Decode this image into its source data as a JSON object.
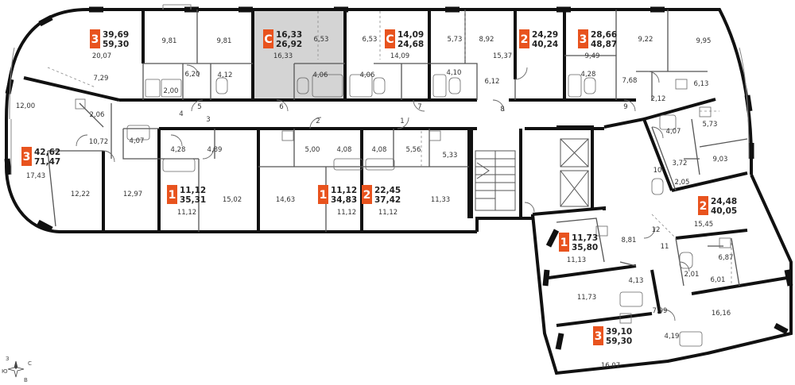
{
  "colors": {
    "badge": "#e8531e",
    "wall": "#111111",
    "selected": "#d4d4d4",
    "thin": "#555555"
  },
  "compass": {
    "north": "З",
    "east": "С",
    "south": "В",
    "west": "Ю",
    "icon": "compass-icon"
  },
  "apartments": [
    {
      "rooms": "3",
      "living": "39,69",
      "total": "59,30"
    },
    {
      "rooms": "С",
      "living": "16,33",
      "total": "26,92",
      "selected": true
    },
    {
      "rooms": "С",
      "living": "14,09",
      "total": "24,68"
    },
    {
      "rooms": "2",
      "living": "24,29",
      "total": "40,24"
    },
    {
      "rooms": "3",
      "living": "28,66",
      "total": "48,87"
    },
    {
      "rooms": "3",
      "living": "42,62",
      "total": "71,47"
    },
    {
      "rooms": "1",
      "living": "11,12",
      "total": "35,31"
    },
    {
      "rooms": "1",
      "living": "11,12",
      "total": "34,83"
    },
    {
      "rooms": "2",
      "living": "22,45",
      "total": "37,42"
    },
    {
      "rooms": "2",
      "living": "24,48",
      "total": "40,05"
    },
    {
      "rooms": "1",
      "living": "11,73",
      "total": "35,80"
    },
    {
      "rooms": "3",
      "living": "39,10",
      "total": "59,30"
    }
  ],
  "room_areas": [
    "20,07",
    "9,81",
    "9,81",
    "6,53",
    "16,33",
    "6,53",
    "14,09",
    "5,73",
    "8,92",
    "15,37",
    "9,49",
    "9,22",
    "9,95",
    "7,29",
    "6,20",
    "4,12",
    "2,00",
    "4,06",
    "4,06",
    "4,10",
    "6,12",
    "4,28",
    "7,68",
    "6,13",
    "2,12",
    "12,00",
    "2,06",
    "10,72",
    "4,07",
    "4,28",
    "4,89",
    "17,43",
    "12,22",
    "12,97",
    "11,12",
    "15,02",
    "14,63",
    "5,00",
    "4,08",
    "4,08",
    "5,56",
    "5,33",
    "11,12",
    "11,12",
    "11,33",
    "5,73",
    "4,07",
    "9,03",
    "3,72",
    "2,05",
    "15,45",
    "8,81",
    "11,13",
    "4,13",
    "11,73",
    "6,87",
    "2,01",
    "6,01",
    "7,99",
    "16,16",
    "4,19",
    "16,07"
  ],
  "corridor_numbers": [
    "1",
    "2",
    "3",
    "4",
    "5",
    "6",
    "7",
    "8",
    "9",
    "10",
    "11",
    "12"
  ]
}
